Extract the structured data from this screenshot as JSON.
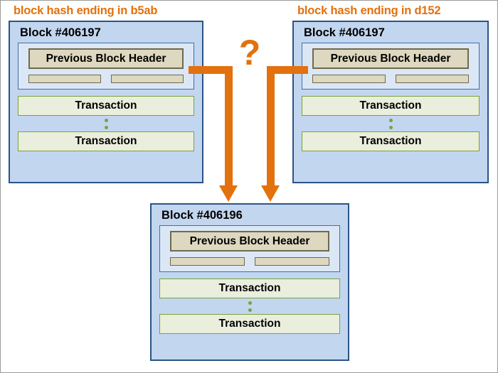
{
  "diagram": {
    "title": "blockchain fork diagram",
    "colors": {
      "accent_orange": "#e2710e",
      "block_fill": "#c3d6ef",
      "block_border": "#2b5486",
      "header_panel_fill": "#dce7f6",
      "header_box_fill": "#ddd8bf",
      "header_box_border": "#6d6a4e",
      "transaction_fill": "#eaeedc",
      "transaction_border": "#7aa33c"
    },
    "labels": {
      "left_hash": "block hash ending in b5ab",
      "right_hash": "block hash ending in d152"
    },
    "conflict_marker": "?",
    "blocks": [
      {
        "id": "left",
        "title": "Block #406197",
        "header_label": "Previous Block Header",
        "header_fields": [
          "",
          ""
        ],
        "transactions": [
          "Transaction",
          "Transaction"
        ],
        "ellipsis": "vertical-dots"
      },
      {
        "id": "right",
        "title": "Block #406197",
        "header_label": "Previous Block Header",
        "header_fields": [
          "",
          ""
        ],
        "transactions": [
          "Transaction",
          "Transaction"
        ],
        "ellipsis": "vertical-dots"
      },
      {
        "id": "bottom",
        "title": "Block #406196",
        "header_label": "Previous Block Header",
        "header_fields": [
          "",
          ""
        ],
        "transactions": [
          "Transaction",
          "Transaction"
        ],
        "ellipsis": "vertical-dots"
      }
    ],
    "connectors": [
      {
        "from": "left-block-previous-header",
        "to": "bottom-block",
        "style": "orange-elbow-arrow"
      },
      {
        "from": "right-block-previous-header",
        "to": "bottom-block",
        "style": "orange-elbow-arrow"
      }
    ]
  }
}
